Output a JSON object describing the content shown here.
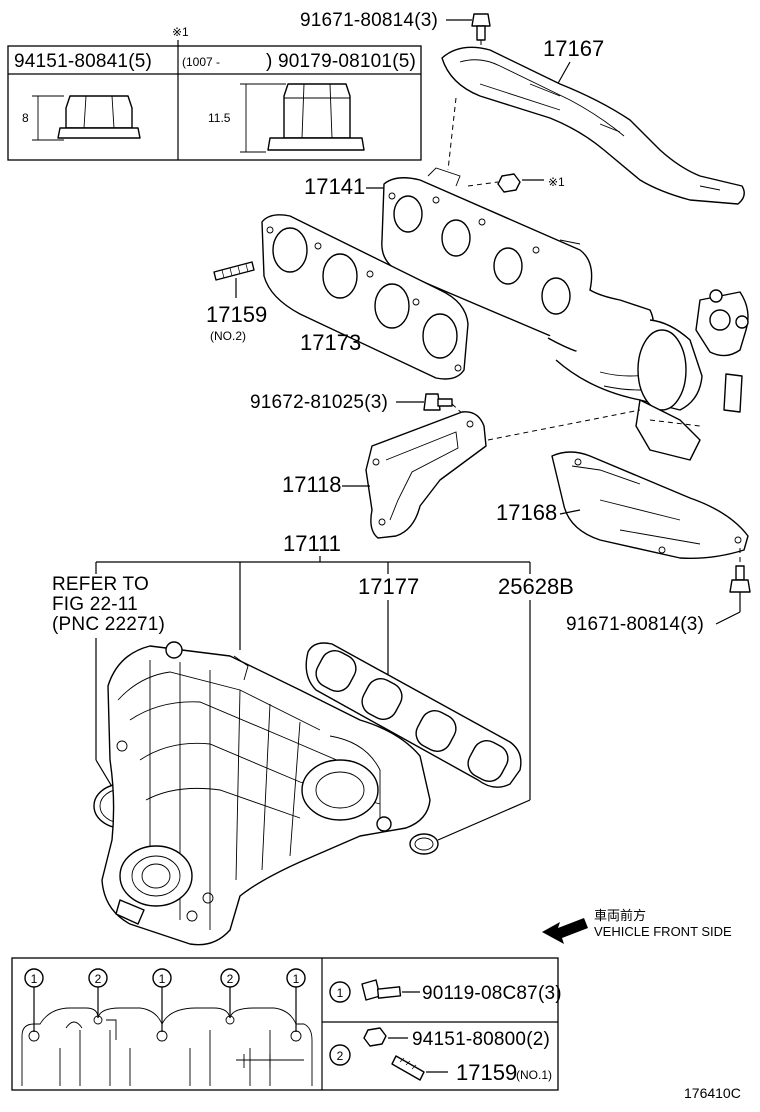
{
  "inset_table": {
    "asterisk_note": "※1",
    "col1_part": "94151-80841(5)",
    "col1_dim": "8",
    "col2_range": "(1007 -",
    "col2_part": ")  90179-08101(5)",
    "col2_dim": "11.5"
  },
  "callouts": {
    "bolt_top": "91671-80814(3)",
    "heat_insulator_upper": "17167",
    "manifold": "17141",
    "asterisk_nut": "※1",
    "stud": "17159",
    "stud_note": "(NO.2)",
    "gasket": "17173",
    "bolt_mid": "91672-81025(3)",
    "bracket": "17118",
    "heat_insulator_lower": "17168",
    "intake_manifold": "17111",
    "refer_line1": "REFER TO",
    "refer_line2": "FIG 22-11",
    "refer_line3": "(PNC 22271)",
    "intake_gasket": "17177",
    "oring": "25628B",
    "bolt_lower": "91671-80814(3)"
  },
  "direction": {
    "japanese": "車両前方",
    "english": "VEHICLE FRONT SIDE"
  },
  "legend": {
    "markers": [
      "1",
      "2",
      "1",
      "2",
      "1"
    ],
    "row1_marker": "1",
    "row1_part": "90119-08C87(3)",
    "row2_marker": "2",
    "row2_part_a": "94151-80800(2)",
    "row2_part_b": "17159",
    "row2_note": "(NO.1)"
  },
  "figure_id": "176410C"
}
